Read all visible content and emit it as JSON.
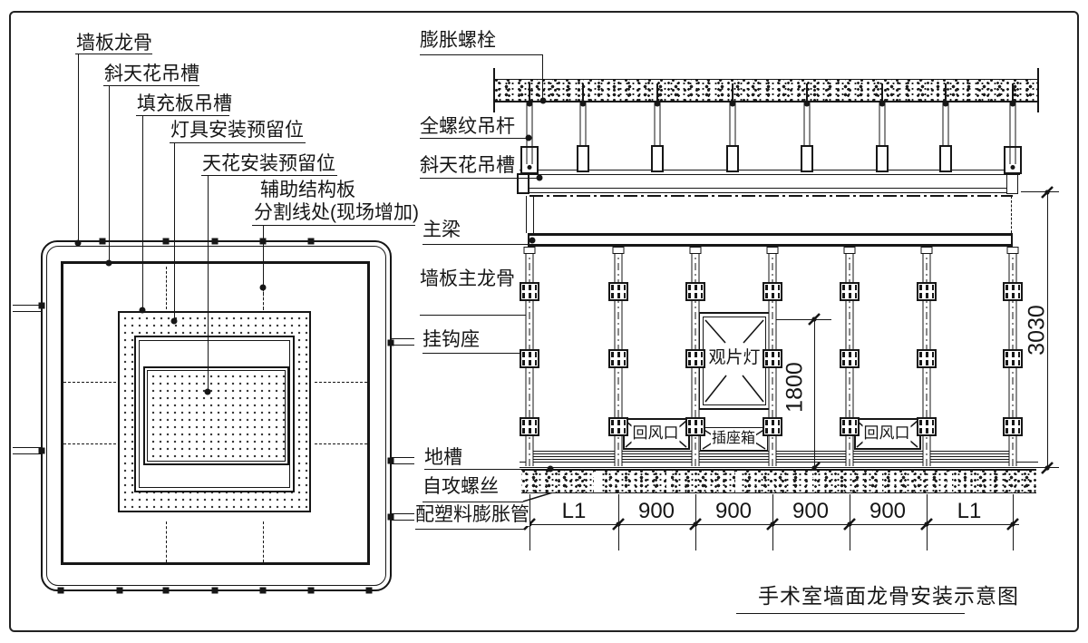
{
  "drawing": {
    "title": "手术室墙面龙骨安装示意图",
    "plan": {
      "labels": [
        "墙板龙骨",
        "斜天花吊槽",
        "填充板吊槽",
        "灯具安装预留位",
        "天花安装预留位",
        "辅助结构板",
        "分割线处(现场增加)"
      ]
    },
    "elevation": {
      "labels": [
        "膨胀螺栓",
        "全螺纹吊杆",
        "斜天花吊槽",
        "主梁",
        "墙板主龙骨",
        "挂钩座",
        "地槽",
        "自攻螺丝",
        "配塑料膨胀管"
      ],
      "components": {
        "film_viewer": "观片灯",
        "return_air": "回风口",
        "socket_box": "插座箱"
      },
      "dimensions": {
        "segments": [
          "L1",
          "900",
          "900",
          "900",
          "900",
          "L1"
        ],
        "wall_height": "3030",
        "viewer_height": "1800"
      }
    },
    "line_color": "#161616"
  }
}
